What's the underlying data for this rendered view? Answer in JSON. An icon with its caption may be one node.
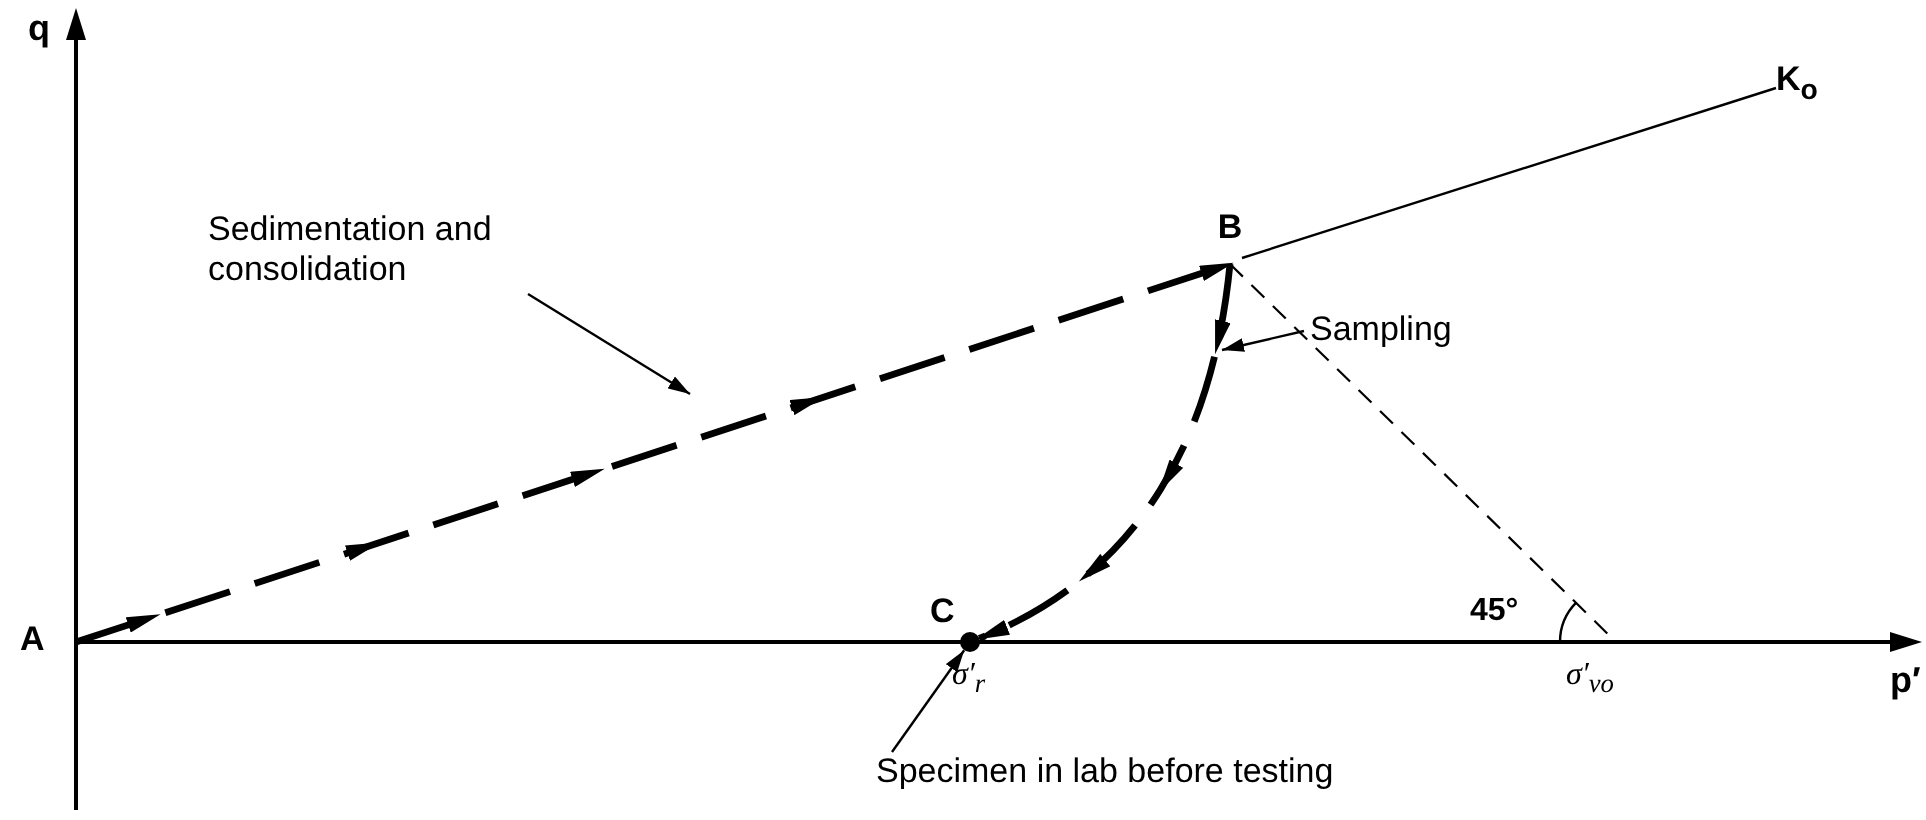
{
  "diagram": {
    "nodes": [
      {
        "text": [
          "A"
        ]
      },
      {
        "text": [
          "B"
        ]
      },
      {
        "text": [],
        "shape": "circle",
        "beside": [
          "C"
        ]
      },
      {
        "text": [
          "Sedimentation and consolidation"
        ]
      },
      {
        "text": [
          "Sampling"
        ]
      },
      {
        "text": [
          "Specimen in lab before testing"
        ]
      },
      {
        "text": [
          "K$_{o}$"
        ]
      }
    ],
    "edges": [
      {
        "from": 0,
        "to": 1,
        "arrow": "to",
        "style": "dashed"
      },
      {
        "from": 1,
        "to": 2,
        "arrow": "to",
        "style": "dashed"
      },
      {
        "from": 1,
        "to": 6,
        "arrow": "none"
      },
      {
        "from": 1,
        "to": null,
        "arrow": "none",
        "style": "dashed"
      },
      {
        "from": 3,
        "to": null,
        "arrow": "to"
      },
      {
        "from": 4,
        "to": null,
        "arrow": "to"
      },
      {
        "from": 5,
        "to": 2,
        "arrow": "to"
      }
    ],
    "labels": [
      "q",
      "45°",
      "σ′$_{r}$",
      "σ′$_{vo}$",
      "p′"
    ]
  }
}
